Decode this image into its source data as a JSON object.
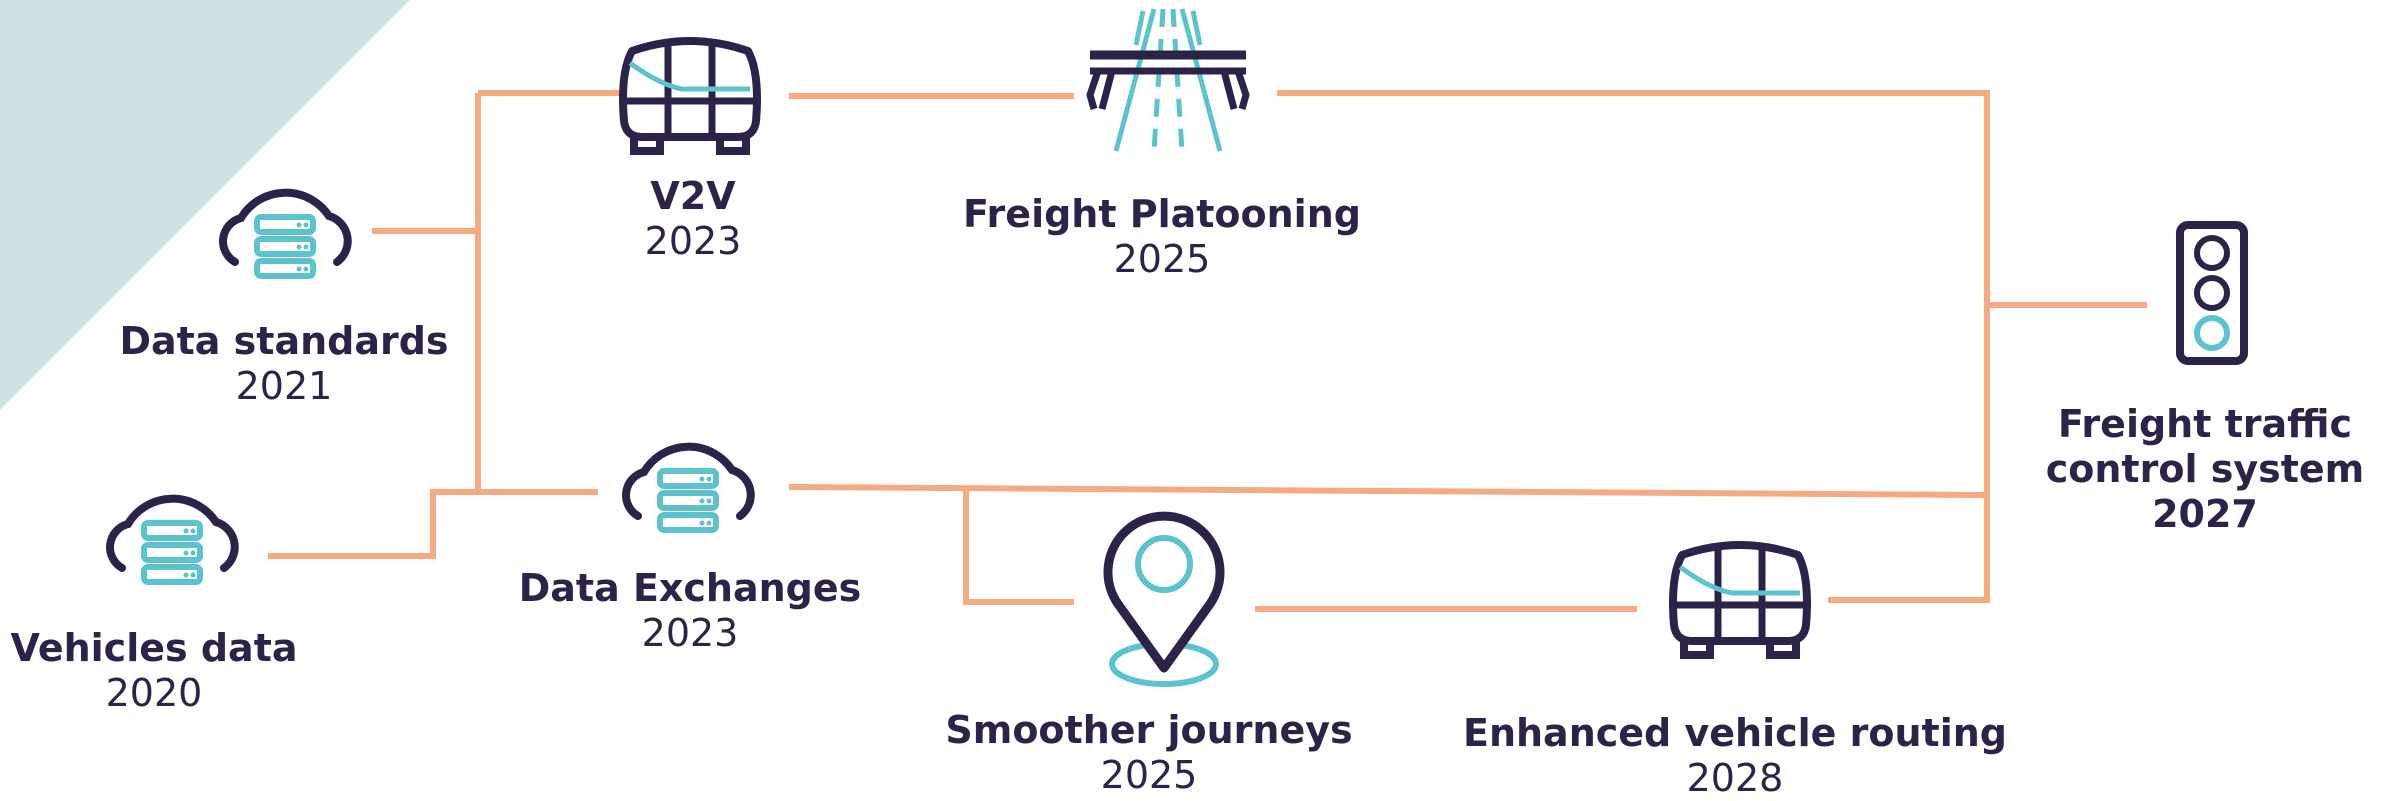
{
  "colors": {
    "connector": "#f5aa82",
    "dark": "#2d2247",
    "accent": "#5cc3cc",
    "corner": "#d1e2e4"
  },
  "nodes": {
    "vehicles_data": {
      "title": "Vehicles data",
      "year": "2020",
      "icon": "cloud-server-icon"
    },
    "data_standards": {
      "title": "Data standards",
      "year": "2021",
      "icon": "cloud-server-icon"
    },
    "v2v": {
      "title": "V2V",
      "year": "2023",
      "icon": "autonomous-vehicle-icon"
    },
    "data_exchanges": {
      "title": "Data Exchanges",
      "year": "2023",
      "icon": "cloud-server-icon"
    },
    "freight_platooning": {
      "title": "Freight Platooning",
      "year": "2025",
      "icon": "highway-icon"
    },
    "smoother_journeys": {
      "title": "Smoother journeys",
      "year": "2025",
      "icon": "location-pin-icon"
    },
    "enhanced_routing": {
      "title": "Enhanced vehicle routing",
      "year": "2028",
      "icon": "autonomous-vehicle-icon"
    },
    "freight_traffic": {
      "title_line1": "Freight traffic",
      "title_line2": "control system",
      "year": "2027",
      "icon": "traffic-light-icon"
    }
  }
}
